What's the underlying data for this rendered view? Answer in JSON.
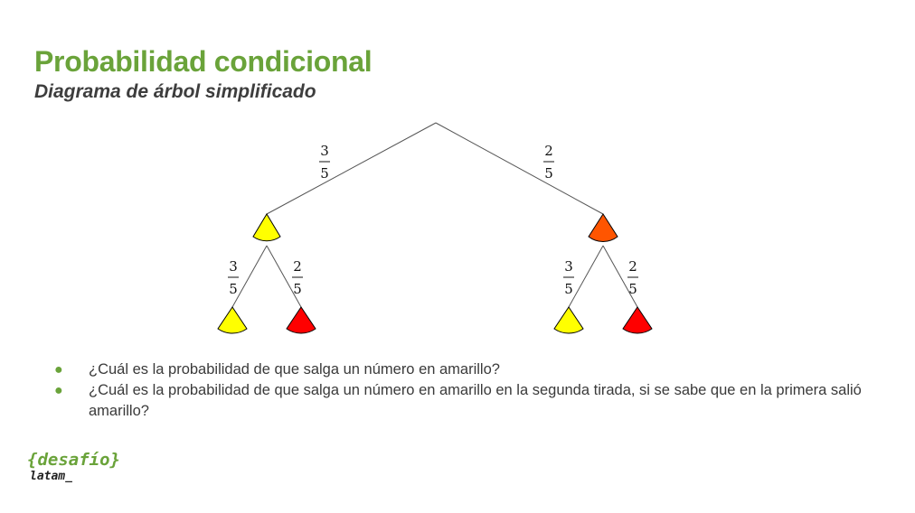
{
  "slide": {
    "title": "Probabilidad condicional",
    "subtitle": "Diagrama de árbol simplificado"
  },
  "tree": {
    "root_branches": [
      {
        "num": "3",
        "den": "5",
        "node_color": "#ffff00"
      },
      {
        "num": "2",
        "den": "5",
        "node_color": "#ff5500"
      }
    ],
    "left_subtree": [
      {
        "num": "3",
        "den": "5",
        "node_color": "#ffff00"
      },
      {
        "num": "2",
        "den": "5",
        "node_color": "#ff0000"
      }
    ],
    "right_subtree": [
      {
        "num": "3",
        "den": "5",
        "node_color": "#ffff00"
      },
      {
        "num": "2",
        "den": "5",
        "node_color": "#ff0000"
      }
    ]
  },
  "questions": [
    "¿Cuál es la probabilidad de que salga un número en amarillo?",
    "¿Cuál es la probabilidad de que salga un número en amarillo en la segunda tirada, si se sabe que en la primera salió amarillo?"
  ],
  "logo": {
    "line1": "{desafío}",
    "line2": "latam_"
  },
  "colors": {
    "accent_green": "#6aa33a",
    "yellow": "#ffff00",
    "orange": "#ff5500",
    "red": "#ff0000"
  }
}
